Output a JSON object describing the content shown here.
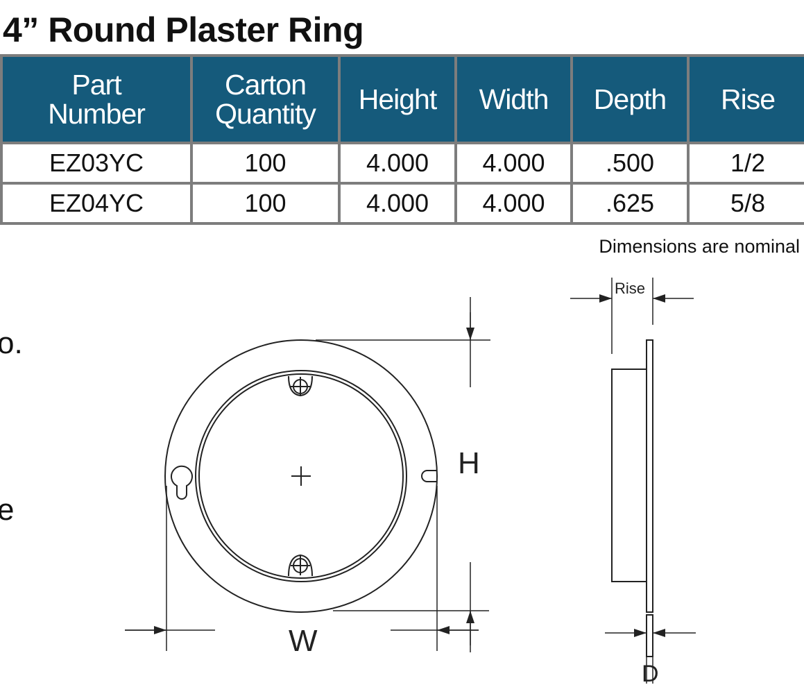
{
  "title": "4” Round Plaster Ring",
  "table": {
    "headers": [
      "Part\nNumber",
      "Carton\nQuantity",
      "Height",
      "Width",
      "Depth",
      "Rise"
    ],
    "header_lines": [
      [
        "Part",
        "Number"
      ],
      [
        "Carton",
        "Quantity"
      ],
      [
        "Height"
      ],
      [
        "Width"
      ],
      [
        "Depth"
      ],
      [
        "Rise"
      ]
    ],
    "rows": [
      [
        "EZ03YC",
        "100",
        "4.000",
        "4.000",
        ".500",
        "1/2"
      ],
      [
        "EZ04YC",
        "100",
        "4.000",
        "4.000",
        ".625",
        "5/8"
      ]
    ]
  },
  "note": "Dimensions are nominal",
  "left_fragments": [
    "o.",
    "e"
  ],
  "diagram": {
    "height_label": "H",
    "width_label": "W",
    "rise_label": "Rise",
    "depth_label": "D"
  },
  "colors": {
    "header_bg": "#155a7b",
    "grid": "#7d7d7d"
  }
}
